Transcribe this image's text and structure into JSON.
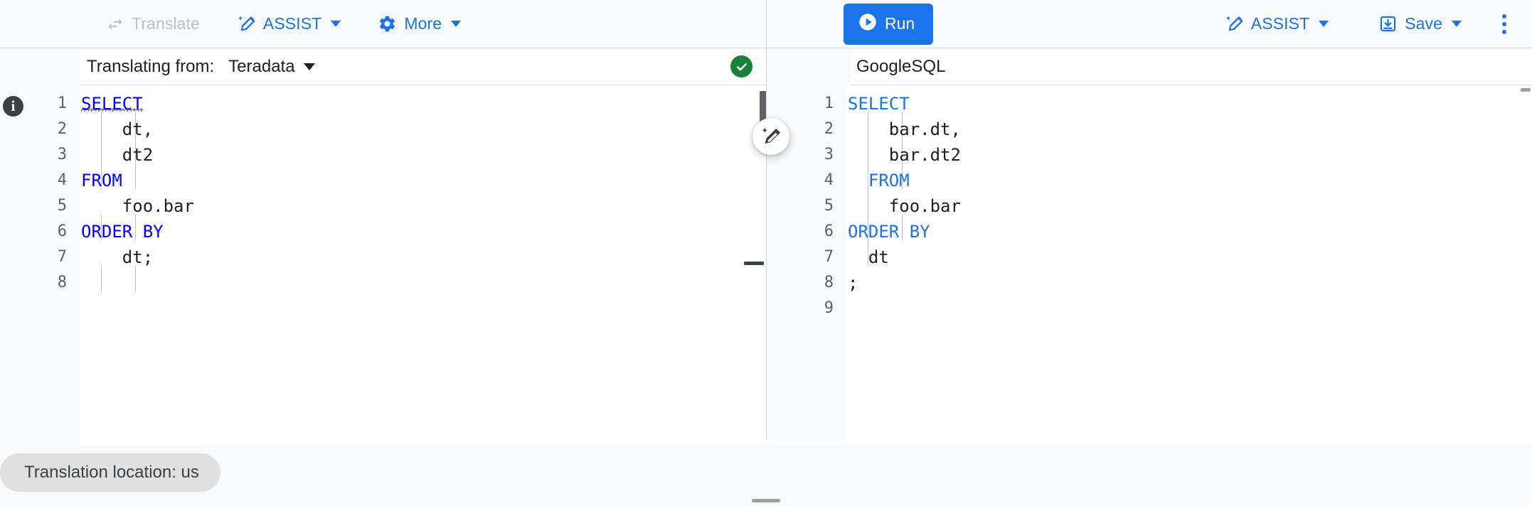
{
  "toolbar": {
    "translate_label": "Translate",
    "translate_icon": "swap-horiz-icon",
    "assist_left_label": "ASSIST",
    "assist_left_icon": "magic-pencil-icon",
    "more_label": "More",
    "more_icon": "gear-icon",
    "run_label": "Run",
    "run_icon": "play-circle-icon",
    "assist_right_label": "ASSIST",
    "assist_right_icon": "magic-pencil-icon",
    "save_label": "Save",
    "save_icon": "save-download-icon",
    "kebab_icon": "more-vert-icon",
    "accent_color": "#1a73e8",
    "disabled_color": "#bdc1c6"
  },
  "left_panel": {
    "dialect_label": "Translating from:",
    "dialect_value": "Teradata",
    "status_icon": "check-circle-icon",
    "status_color": "#188038",
    "info_icon": "info-icon",
    "line_numbers": [
      "1",
      "2",
      "3",
      "4",
      "5",
      "6",
      "7",
      "8"
    ],
    "code_lines": [
      {
        "keyword": "SELECT",
        "rest": "",
        "indent": 0,
        "squiggle": true
      },
      {
        "keyword": "",
        "rest": "dt,",
        "indent": 2,
        "squiggle": false
      },
      {
        "keyword": "",
        "rest": "dt2",
        "indent": 2,
        "squiggle": false
      },
      {
        "keyword": "FROM",
        "rest": "",
        "indent": 0,
        "squiggle": false
      },
      {
        "keyword": "",
        "rest": "foo.bar",
        "indent": 2,
        "squiggle": false
      },
      {
        "keyword": "ORDER BY",
        "rest": "",
        "indent": 0,
        "squiggle": false
      },
      {
        "keyword": "",
        "rest": "dt;",
        "indent": 2,
        "squiggle": false
      },
      {
        "keyword": "",
        "rest": "",
        "indent": 0,
        "squiggle": false
      }
    ],
    "keyword_color": "#0000ff"
  },
  "right_panel": {
    "dialect_value": "GoogleSQL",
    "fab_icon": "magic-pencil-icon",
    "line_numbers": [
      "1",
      "2",
      "3",
      "4",
      "5",
      "6",
      "7",
      "8",
      "9"
    ],
    "code_lines": [
      {
        "keyword": "SELECT",
        "rest": "",
        "indent": 0
      },
      {
        "keyword": "",
        "rest": "bar.dt,",
        "indent": 2
      },
      {
        "keyword": "",
        "rest": "bar.dt2",
        "indent": 2
      },
      {
        "keyword": "FROM",
        "rest": "",
        "indent": 1
      },
      {
        "keyword": "",
        "rest": "foo.bar",
        "indent": 2
      },
      {
        "keyword": "ORDER BY",
        "rest": "",
        "indent": 0
      },
      {
        "keyword": "",
        "rest": "dt",
        "indent": 1
      },
      {
        "keyword": "",
        "rest": ";",
        "indent": 0
      },
      {
        "keyword": "",
        "rest": "",
        "indent": 0
      }
    ],
    "keyword_color": "#1a73e8"
  },
  "status_bar": {
    "location_chip": "Translation location: us"
  }
}
